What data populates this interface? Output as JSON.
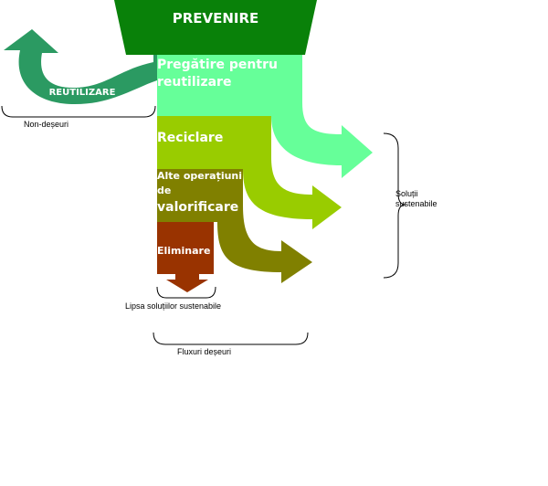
{
  "colors": {
    "prevention": "#098109",
    "reuse_arrow": "#2b9a62",
    "preparing_reuse": "#66ff99",
    "recycling": "#99cc00",
    "other_recovery": "#808000",
    "disposal": "#993300",
    "text_dark": "#000000",
    "text_light": "#ffffff"
  },
  "top": {
    "label": "PREVENIRE"
  },
  "reuse": {
    "label": "REUTILIZARE",
    "bracket_label": "Non-deșeuri"
  },
  "layers": {
    "preparing": {
      "line1": "Pregătire pentru",
      "line2": "reutilizare"
    },
    "recycling": {
      "label": "Reciclare"
    },
    "other": {
      "line1": "Alte operațiuni",
      "line2": "de",
      "line3": "valorificare"
    },
    "disposal": {
      "label": "Eliminare"
    }
  },
  "annotations": {
    "sustainable_line1": "Soluții",
    "sustainable_line2": "sustenabile",
    "no_sustainable": "Lipsa soluțiilor sustenabile",
    "waste_flows": "Fluxuri deșeuri"
  }
}
